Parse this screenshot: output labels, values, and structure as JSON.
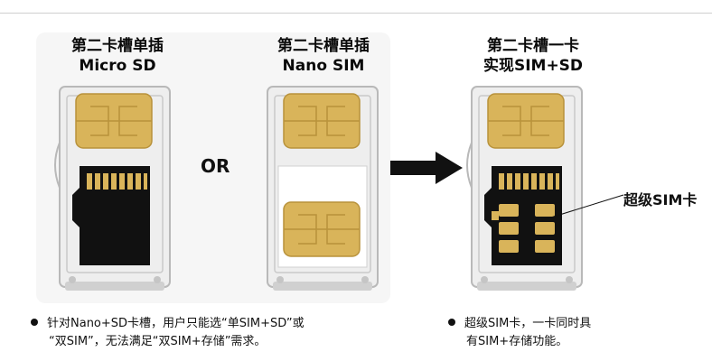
{
  "panels": [
    {
      "title_line1": "第二卡槽单插",
      "title_line2": "Micro SD"
    },
    {
      "title_line1": "第二卡槽单插",
      "title_line2": "Nano SIM"
    },
    {
      "title_line1": "第二卡槽一卡",
      "title_line2": "实现SIM+SD"
    }
  ],
  "or_label": "OR",
  "super_sim_label": "超级SIM卡",
  "notes": {
    "left_line1": "针对Nano+SD卡槽，用户只能选“单SIM+SD”或",
    "left_line2": "“双SIM”，无法满足“双SIM+存储”需求。",
    "right_line1": "超级SIM卡，一卡同时具",
    "right_line2": "有SIM+存储功能。"
  },
  "colors": {
    "chip_gold": "#d9b45a",
    "card_black": "#111111",
    "tray_gray": "#b9b9b9",
    "panel_bg": "#f6f6f6"
  }
}
